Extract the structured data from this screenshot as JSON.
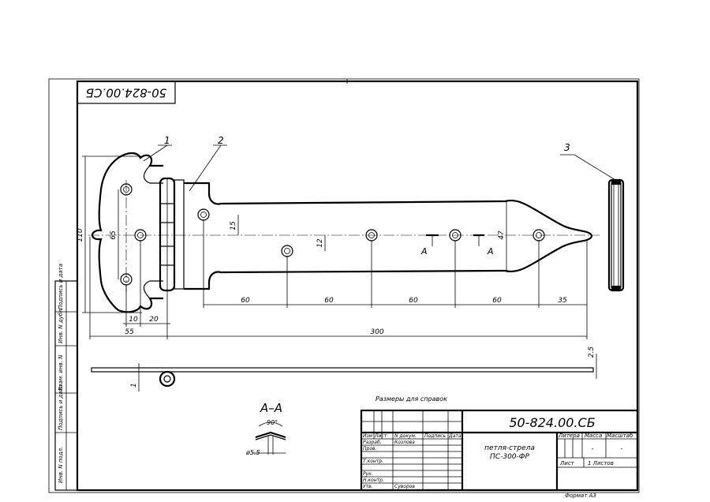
{
  "document": {
    "code": "50-824.00.СБ",
    "code_rotated": "50-824.00.СБ",
    "title_line1": "петля-стрела",
    "title_line2": "ПС-300-ФР",
    "note": "Размеры для справок",
    "format": "Формат А3"
  },
  "side_stamp": {
    "labels": [
      "Инв. N подл.",
      "Подпись и дата",
      "Взам. инв. N",
      "Инв. N дубл.",
      "Подпись и дата"
    ]
  },
  "title_block": {
    "header": [
      "Изм",
      "Лист",
      "N докум.",
      "Подпись",
      "Дата"
    ],
    "roles": [
      "Разраб.",
      "Пров.",
      "Т.контр.",
      "Рук.",
      "Н.контр.",
      "Утв."
    ],
    "names": {
      "developer": "Козлова",
      "approver": "Суворов"
    },
    "literal_headers": [
      "Литера",
      "Масса",
      "Масштаб"
    ],
    "literal_values": [
      "-",
      "-"
    ],
    "sheet_label": "Лист",
    "sheets_label": "1 Листов"
  },
  "callouts": [
    "1",
    "2",
    "3"
  ],
  "section": {
    "label": "А–А",
    "angle": "90°",
    "diameter": "ø5.5",
    "mark": "А"
  },
  "dimensions": {
    "overall_height": "110",
    "hole_spacing": "65",
    "d15": "15",
    "d12": "12",
    "tip_height": "47",
    "spans": [
      "60",
      "60",
      "60",
      "60",
      "35"
    ],
    "d10": "10",
    "d20": "20",
    "d55": "55",
    "total_length": "300",
    "thickness": "2.5",
    "gap": "1"
  }
}
